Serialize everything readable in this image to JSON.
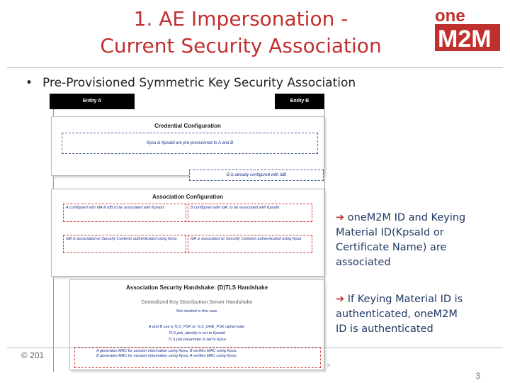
{
  "slide": {
    "title_line1": "1. AE Impersonation -",
    "title_line2": "Current Security Association",
    "bullet_dot": "•",
    "bullet": "Pre-Provisioned Symmetric Key Security Association",
    "footer": "© 201",
    "page_number": "3",
    "footer_caret": ">"
  },
  "logo": {
    "text_top": "one",
    "text_bottom": "M2M",
    "color": "#c0302f"
  },
  "diagram": {
    "entity_a": "Entity A",
    "entity_b": "Entity B",
    "credential_config": {
      "title": "Credential Configuration",
      "note1": "Kpsa & KpsaId are pre-provisioned to A and B",
      "note2": "B is already configured with IdB"
    },
    "association_config": {
      "title": "Association Configuration",
      "cell1": "A configured with IdA & IdB to be associated with KpsaId",
      "cell2": "B configured with IdA, to be associated with KpsaId",
      "cell3": "IdB is associated w/ Security Contexts authenticated using Kpsa",
      "cell4": "IdA is associated w/ Security Contexts authenticated using Kpsa"
    },
    "handshake": {
      "title": "Association Security Handshake: (D)TLS Handshake",
      "sub_title": "Centralized Key Distribution Server Handshake",
      "sub_note": "Not needed in this case",
      "line1": "A and B use a TLS_PSK or TLS_DHE_PSK ciphersuite.",
      "line2": "TLS psk_identity is set to KpsaId",
      "line3": "TLS psk parameter is set to Kpsa",
      "bullet1": "A generates MAC for session information using Kpsa, B verifies MAC using Kpsa.",
      "bullet2": "B generates MAC for session information using Kpsa, A verifies MAC using Kpsa."
    }
  },
  "notes": {
    "arrow": "➔",
    "note1_l1": " oneM2M ID and Keying",
    "note1_l2": "Material ID(KpsaId or",
    "note1_l3": "Certificate Name) are",
    "note1_l4": "associated",
    "note2_l1": " If Keying Material ID is",
    "note2_l2": "authenticated, oneM2M",
    "note2_l3": "ID is authenticated"
  }
}
